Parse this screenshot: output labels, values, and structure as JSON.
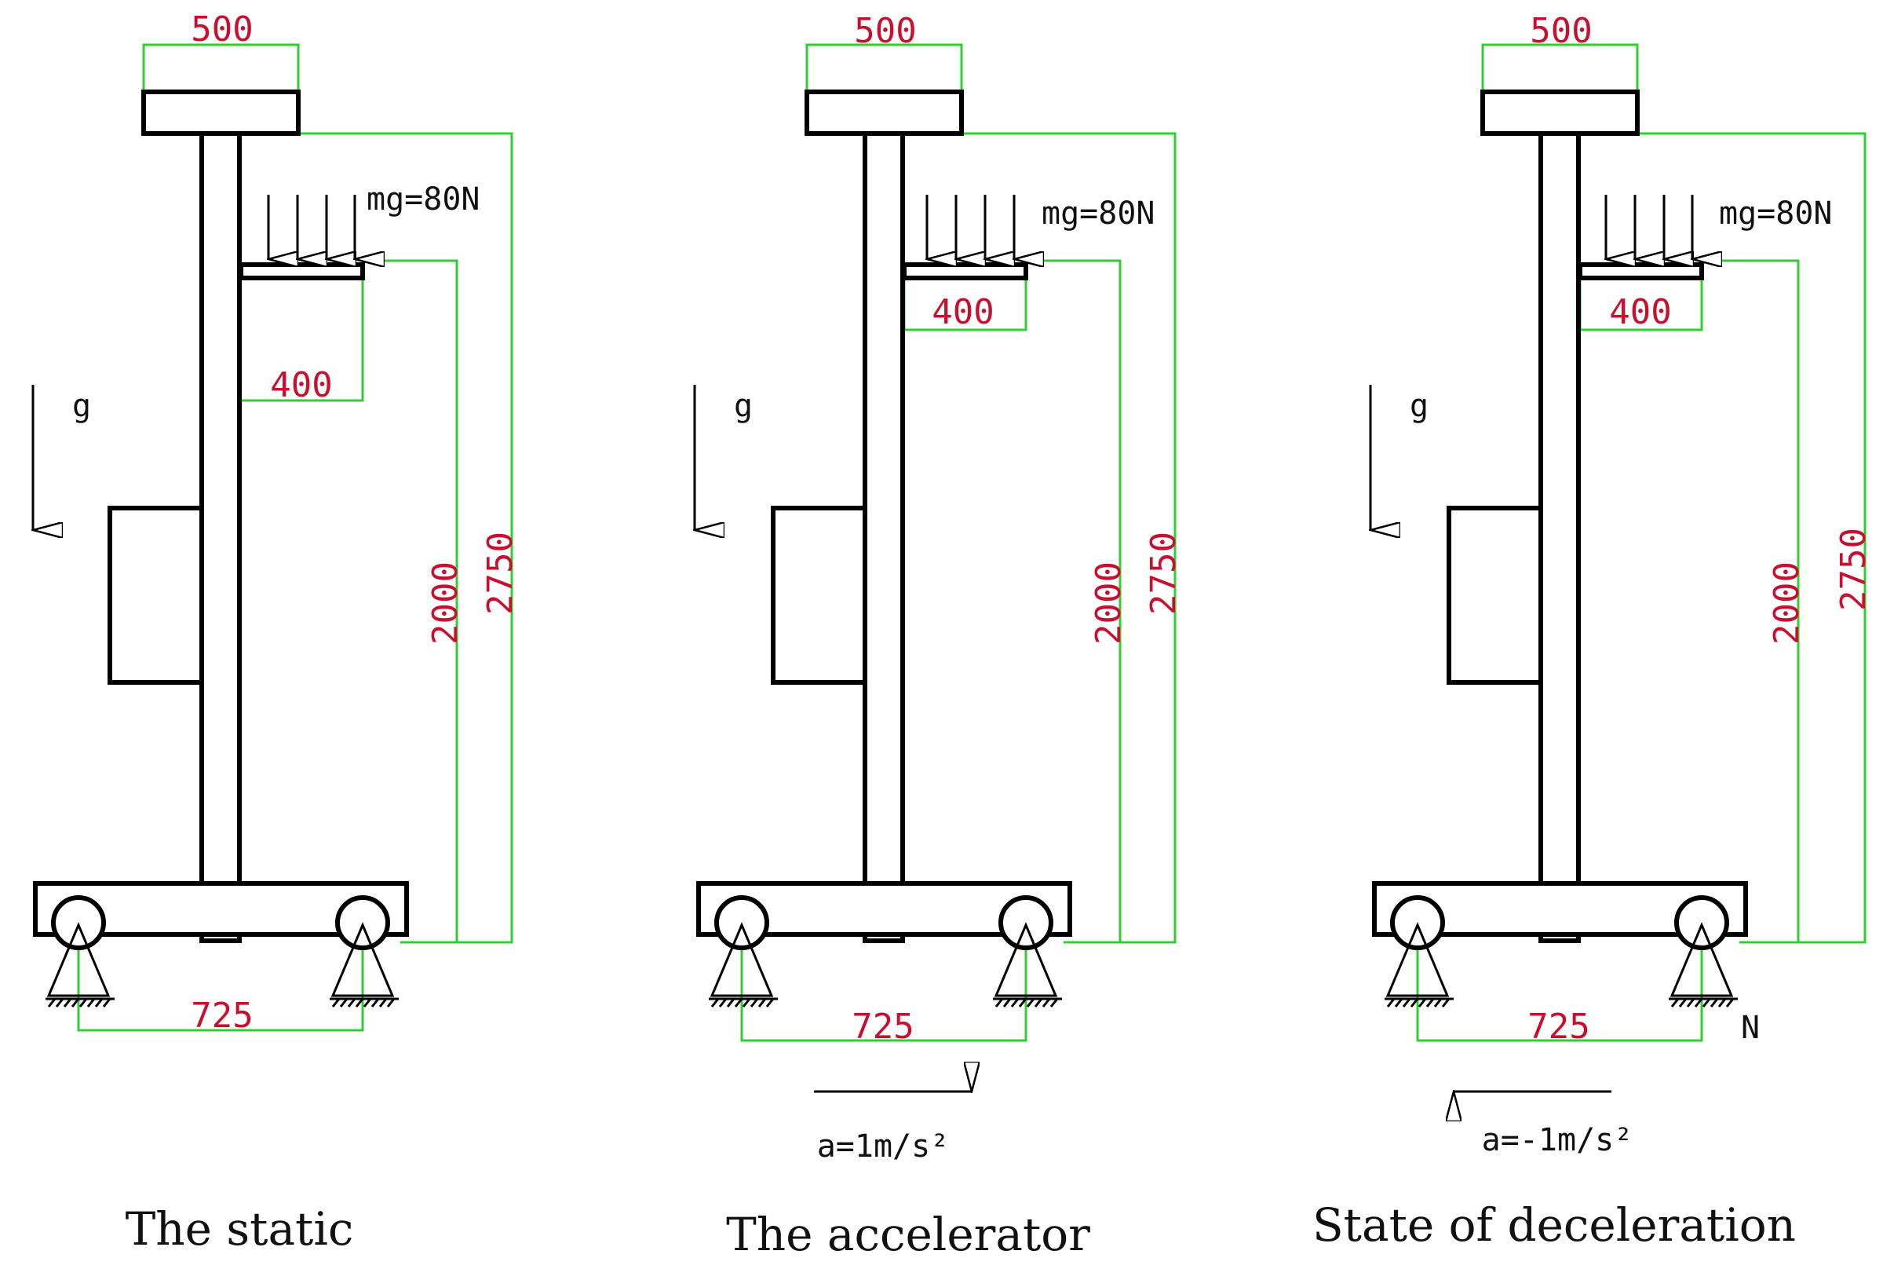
{
  "colors": {
    "structure": "#000000",
    "dimension_line": "#33cc33",
    "dimension_text": "#c8102e"
  },
  "panels": [
    {
      "dim_top": "500",
      "load": "mg=80N",
      "dim_shelf": "400",
      "gravity": "g",
      "dim_2000": "2000",
      "dim_2750": "2750",
      "dim_base": "725",
      "accel": "",
      "reaction": "",
      "caption": "The static"
    },
    {
      "dim_top": "500",
      "load": "mg=80N",
      "dim_shelf": "400",
      "gravity": "g",
      "dim_2000": "2000",
      "dim_2750": "2750",
      "dim_base": "725",
      "accel": "a=1m/s²",
      "reaction": "",
      "caption": "The accelerator"
    },
    {
      "dim_top": "500",
      "load": "mg=80N",
      "dim_shelf": "400",
      "gravity": "g",
      "dim_2000": "2000",
      "dim_2750": "2750",
      "dim_base": "725",
      "accel": "a=-1m/s²",
      "reaction": "N",
      "caption": "State of deceleration"
    }
  ]
}
